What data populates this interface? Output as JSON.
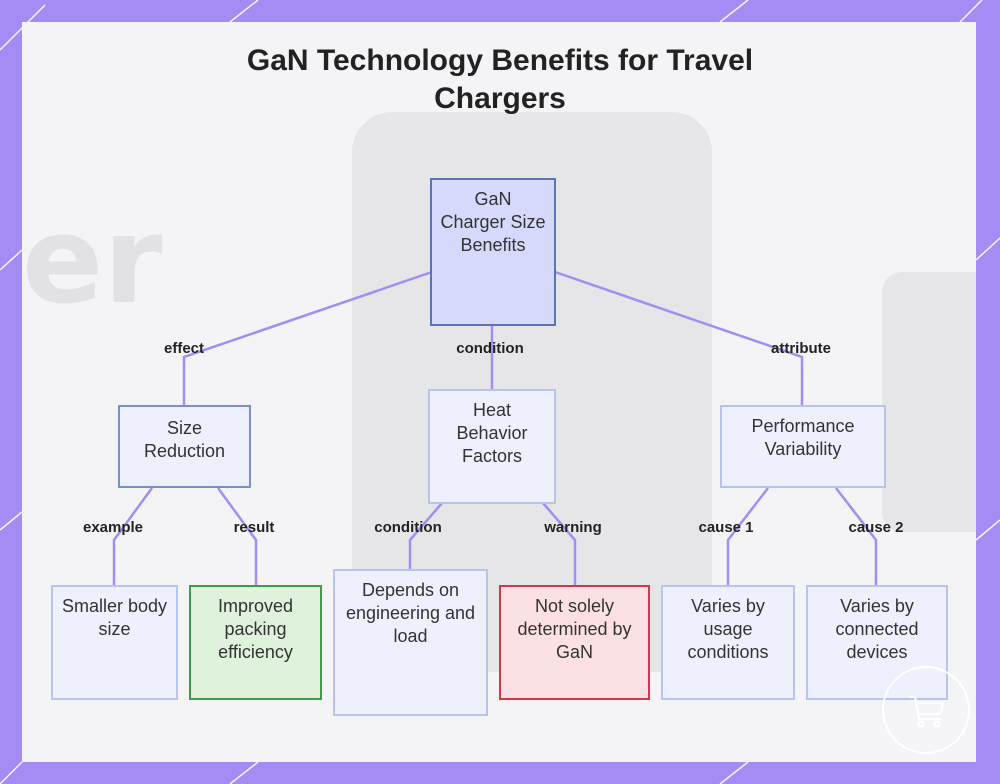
{
  "title": "GaN Technology Benefits for Travel Chargers",
  "nodes": {
    "root": "GaN Charger Size Benefits",
    "size_reduction": "Size Reduction",
    "heat_behavior": "Heat Behavior Factors",
    "performance": "Performance Variability",
    "smaller_body": "Smaller body size",
    "packing": "Improved packing efficiency",
    "depends": "Depends on engineering and load",
    "not_solely": "Not solely determined by GaN",
    "usage": "Varies by usage conditions",
    "devices": "Varies by connected devices"
  },
  "edges": {
    "effect": "effect",
    "condition_top": "condition",
    "attribute": "attribute",
    "example": "example",
    "result": "result",
    "condition_mid": "condition",
    "warning": "warning",
    "cause1": "cause 1",
    "cause2": "cause 2"
  },
  "colors": {
    "frame": "#a58cf5",
    "edge": "#a58cf5",
    "root_fill": "#d6d9fb",
    "green_border": "#3b9d47",
    "red_border": "#d3374a"
  }
}
